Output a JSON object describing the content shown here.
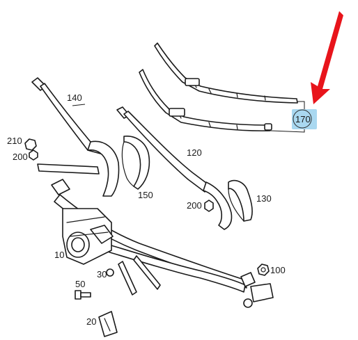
{
  "labels": {
    "l140": "140",
    "l210": "210",
    "l200a": "200",
    "l150": "150",
    "l120": "120",
    "l200b": "200",
    "l130": "130",
    "l170": "170",
    "l10": "10",
    "l30": "30",
    "l100": "100",
    "l50": "50",
    "l20": "20"
  },
  "colors": {
    "highlight": "#a9d8f0",
    "arrow": "#e8141b",
    "line": "#1a1a1a"
  }
}
